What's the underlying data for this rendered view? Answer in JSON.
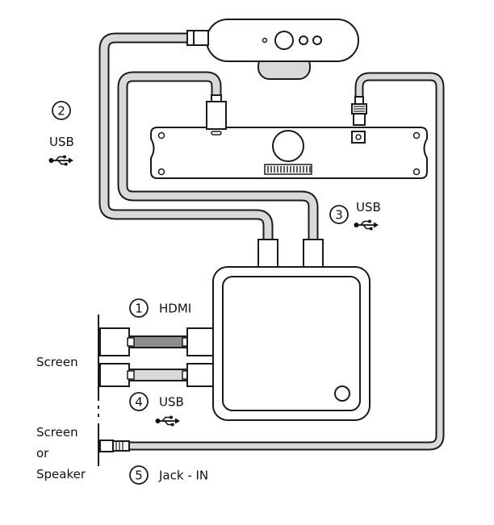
{
  "callouts": [
    {
      "number": "1",
      "label": "HDMI"
    },
    {
      "number": "2",
      "label": "USB"
    },
    {
      "number": "3",
      "label": "USB"
    },
    {
      "number": "4",
      "label": "USB"
    },
    {
      "number": "5",
      "label": "Jack - IN"
    }
  ],
  "devices": {
    "screen": "Screen",
    "screen_or_speaker": [
      "Screen",
      "or",
      "Speaker"
    ]
  },
  "icons": [
    "usb-icon"
  ],
  "colors": {
    "stroke": "#1a1a1a",
    "cable_fill": "#d9d9d9",
    "hdmi_cable_fill": "#8c8c8c",
    "background": "#ffffff"
  }
}
